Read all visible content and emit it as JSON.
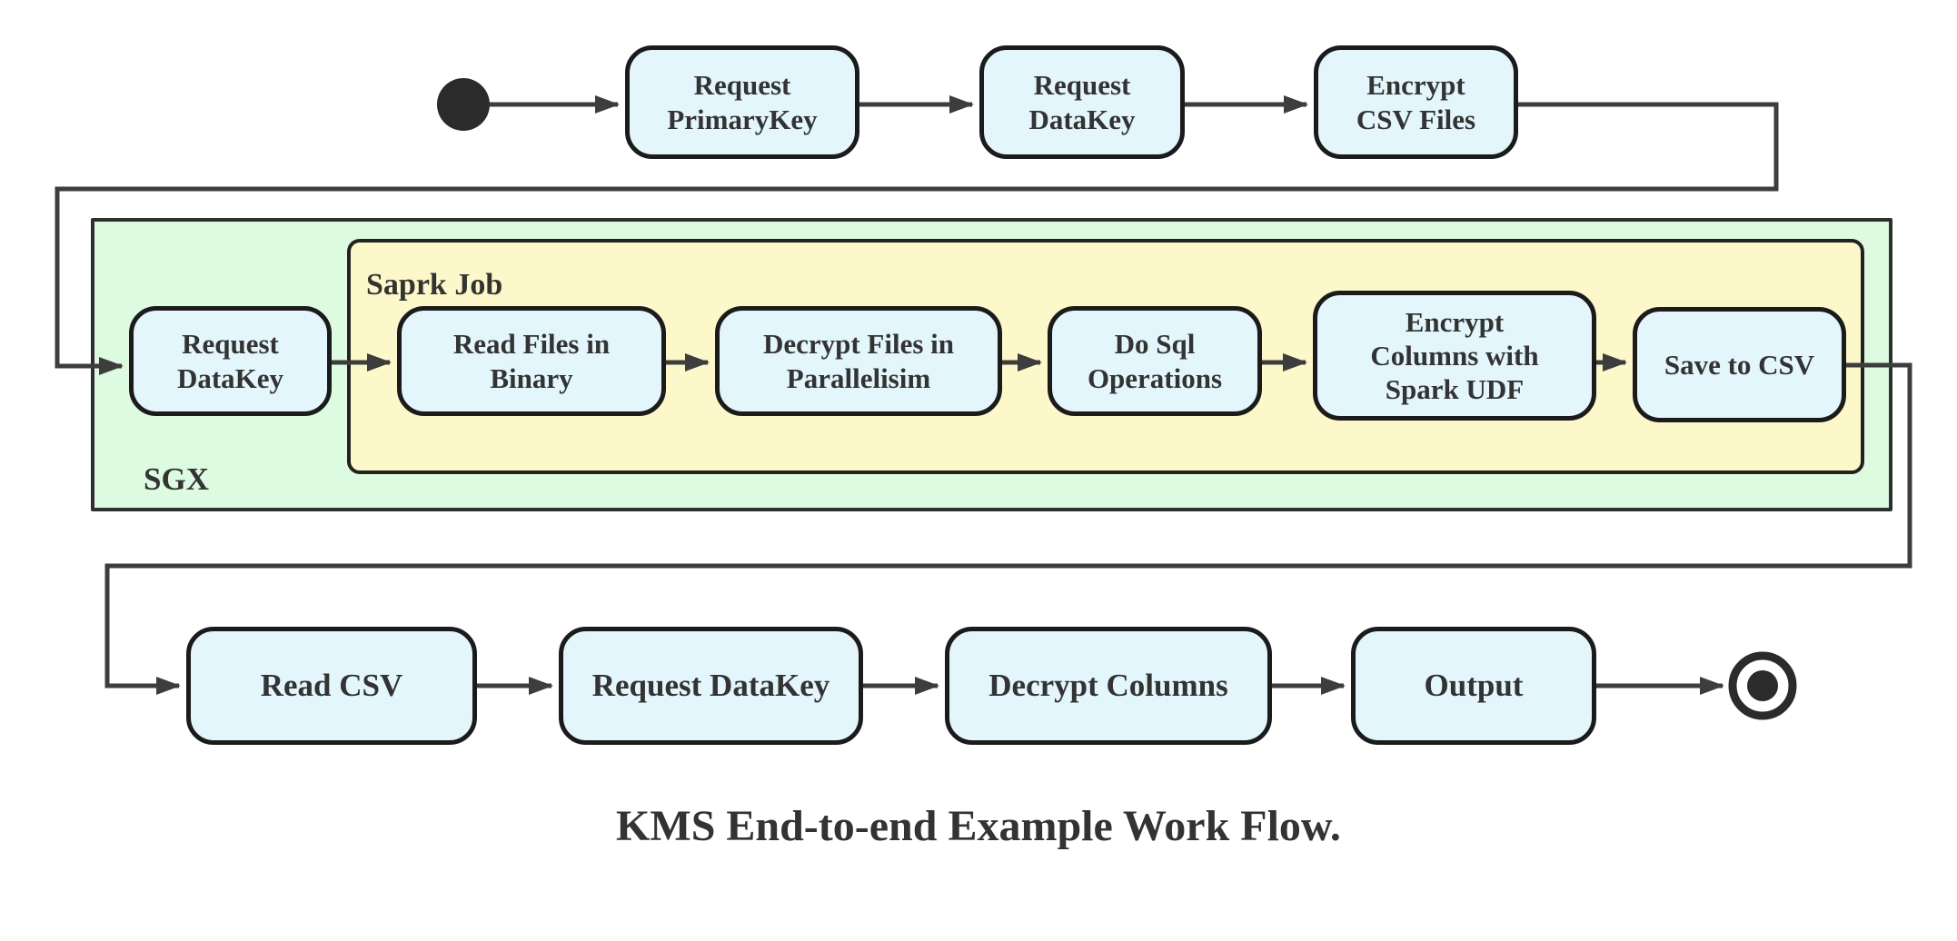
{
  "title": "KMS End-to-end Example Work Flow.",
  "clusters": {
    "sgx": {
      "label": "SGX"
    },
    "spark_job": {
      "label": "Saprk Job"
    }
  },
  "nodes": {
    "start": {
      "type": "start-state"
    },
    "request_primarykey": {
      "label": "Request\nPrimaryKey"
    },
    "request_datakey_top": {
      "label": "Request\nDataKey"
    },
    "encrypt_csv_files": {
      "label": "Encrypt\nCSV Files"
    },
    "request_datakey_sgx": {
      "label": "Request\nDataKey"
    },
    "read_files_in_binary": {
      "label": "Read Files in\nBinary"
    },
    "decrypt_files_in_parallelisim": {
      "label": "Decrypt Files in\nParallelisim"
    },
    "do_sql_operations": {
      "label": "Do Sql\nOperations"
    },
    "encrypt_columns_with_spark_udf": {
      "label": "Encrypt\nColumns with\nSpark UDF"
    },
    "save_to_csv": {
      "label": "Save to CSV"
    },
    "read_csv": {
      "label": "Read CSV"
    },
    "request_datakey_bottom": {
      "label": "Request DataKey"
    },
    "decrypt_columns": {
      "label": "Decrypt Columns"
    },
    "output": {
      "label": "Output"
    },
    "end": {
      "type": "end-state"
    }
  },
  "edges": [
    {
      "from": "start",
      "to": "Request PrimaryKey"
    },
    {
      "from": "Request PrimaryKey",
      "to": "Request DataKey"
    },
    {
      "from": "Request DataKey",
      "to": "Encrypt CSV Files"
    },
    {
      "from": "Encrypt CSV Files",
      "to": "Request DataKey (SGX)"
    },
    {
      "from": "Request DataKey (SGX)",
      "to": "Read Files in Binary"
    },
    {
      "from": "Read Files in Binary",
      "to": "Decrypt Files in Parallelisim"
    },
    {
      "from": "Decrypt Files in Parallelisim",
      "to": "Do Sql Operations"
    },
    {
      "from": "Do Sql Operations",
      "to": "Encrypt Columns with Spark UDF"
    },
    {
      "from": "Encrypt Columns with Spark UDF",
      "to": "Save to CSV"
    },
    {
      "from": "Save to CSV",
      "to": "Read CSV"
    },
    {
      "from": "Read CSV",
      "to": "Request DataKey (bottom)"
    },
    {
      "from": "Request DataKey (bottom)",
      "to": "Decrypt Columns"
    },
    {
      "from": "Decrypt Columns",
      "to": "Output"
    },
    {
      "from": "Output",
      "to": "end"
    }
  ],
  "colors": {
    "node_fill": "#e3f6fb",
    "node_border": "#1b1b1b",
    "sgx_cluster_fill": "#ddfbe0",
    "spark_cluster_fill": "#fcf8c9",
    "edge_stroke": "#3d3d3d",
    "text": "#333333",
    "terminal_node": "#2b2b2b"
  }
}
